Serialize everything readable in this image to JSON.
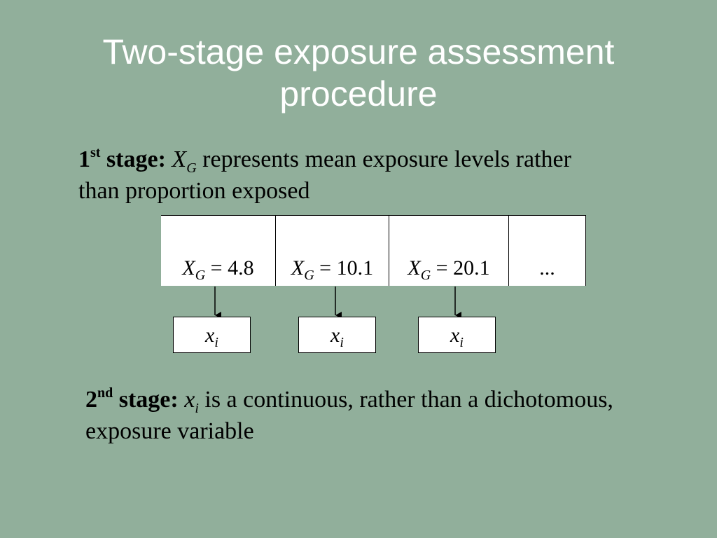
{
  "title": "Two-stage exposure assessment procedure",
  "stage1": {
    "number": "1",
    "suffix": "st",
    "label": "stage:",
    "var": "X",
    "var_sub": "G",
    "text": " represents mean exposure levels rather than proportion exposed"
  },
  "stage2": {
    "number": "2",
    "suffix": "nd",
    "label": "stage:",
    "var": "x",
    "var_sub": "i",
    "text": " is a continuous, rather than a dichotomous, exposure variable"
  },
  "groups": [
    {
      "var": "X",
      "sub": "G",
      "eq": " =  4.8"
    },
    {
      "var": "X",
      "sub": "G",
      "eq": " = 10.1"
    },
    {
      "var": "X",
      "sub": "G",
      "eq": " = 20.1"
    },
    {
      "ellipsis": "..."
    }
  ],
  "subboxes": [
    {
      "var": "x",
      "sub": "i"
    },
    {
      "var": "x",
      "sub": "i"
    },
    {
      "var": "x",
      "sub": "i"
    }
  ]
}
